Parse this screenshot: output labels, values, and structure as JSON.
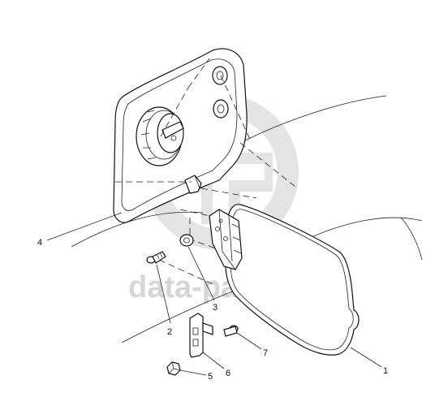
{
  "watermark": {
    "text": "data-parts"
  },
  "callouts": [
    {
      "id": "1",
      "label": "1"
    },
    {
      "id": "2",
      "label": "2"
    },
    {
      "id": "3",
      "label": "3"
    },
    {
      "id": "4",
      "label": "4"
    },
    {
      "id": "5",
      "label": "5"
    },
    {
      "id": "6",
      "label": "6"
    },
    {
      "id": "7",
      "label": "7"
    }
  ]
}
